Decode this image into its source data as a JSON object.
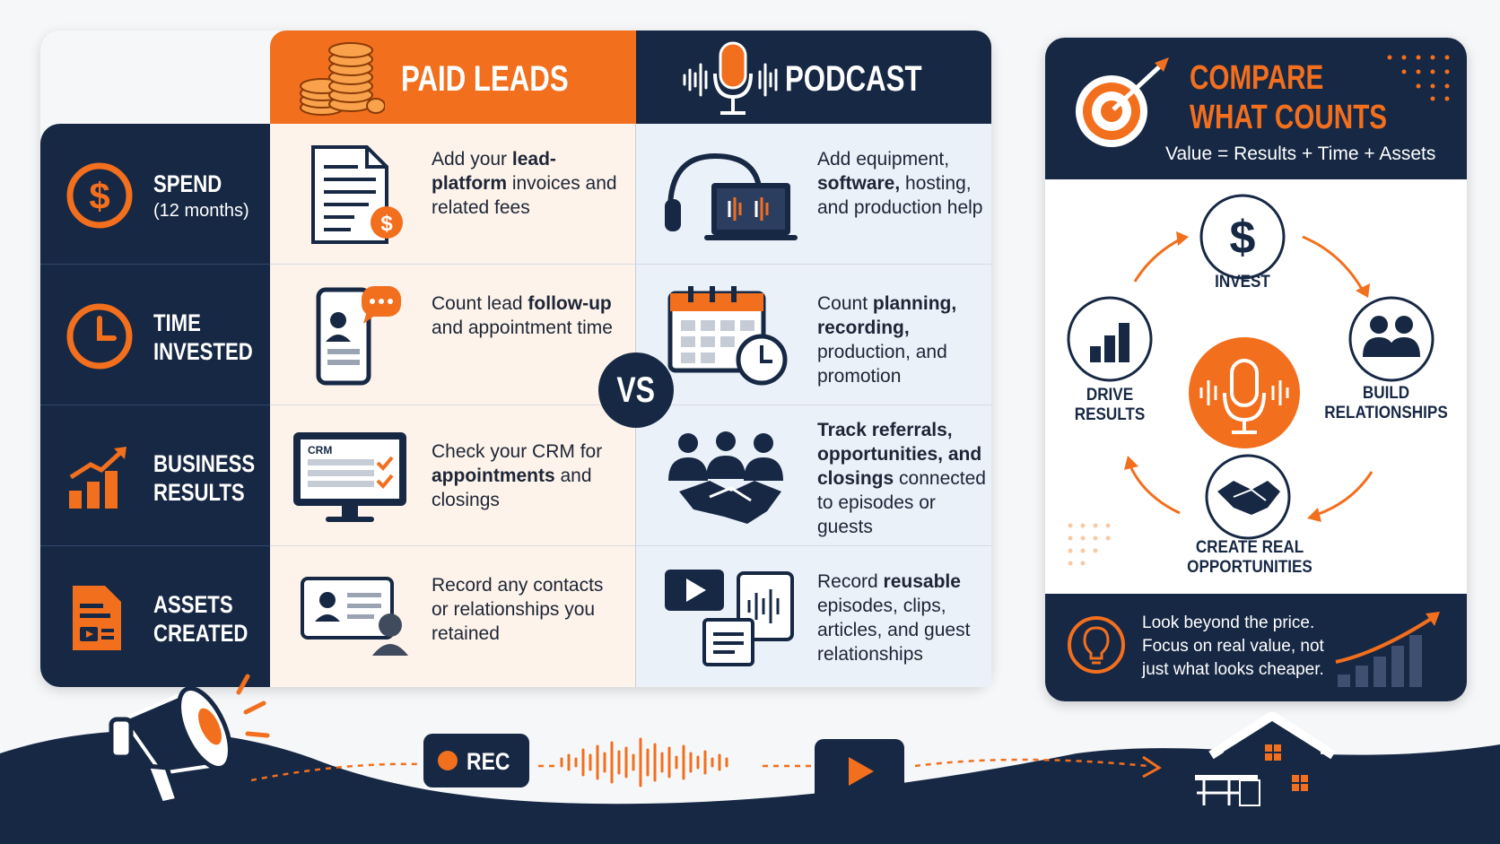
{
  "rows": [
    {
      "label_line1": "SPEND",
      "label_line2": "(12 months)",
      "icon": "dollar-coin-icon"
    },
    {
      "label_line1": "TIME",
      "label_line2": "INVESTED",
      "icon": "clock-icon"
    },
    {
      "label_line1": "BUSINESS",
      "label_line2": "RESULTS",
      "icon": "bar-chart-arrow-icon"
    },
    {
      "label_line1": "ASSETS",
      "label_line2": "CREATED",
      "icon": "document-video-icon"
    }
  ],
  "columns": {
    "paid": {
      "title": "PAID LEADS",
      "icon": "coin-stack-icon"
    },
    "podcast": {
      "title": "PODCAST",
      "icon": "microphone-icon"
    }
  },
  "vs_label": "VS",
  "cells": {
    "paid": [
      {
        "pre": "Add your ",
        "bold": "lead-platform",
        "post": " invoices and related fees",
        "icon": "invoice-icon"
      },
      {
        "pre": "Count lead ",
        "bold": "follow-up",
        "post": " and appointment time",
        "icon": "phone-chat-icon"
      },
      {
        "pre": "Check your CRM for ",
        "bold": "appointments",
        "post": " and closings",
        "icon": "crm-monitor-icon",
        "crm_label": "CRM"
      },
      {
        "pre": "Record any contacts or relationships you retained",
        "bold": "",
        "post": "",
        "icon": "contact-card-icon"
      }
    ],
    "podcast": [
      {
        "pre": "Add equipment, ",
        "bold": "software,",
        "post": " hosting, and production help",
        "icon": "headphones-laptop-icon"
      },
      {
        "pre": "Count ",
        "bold": "planning, recording,",
        "post": " production, and promotion",
        "icon": "calendar-clock-icon"
      },
      {
        "pre": "",
        "bold": "Track referrals, opportunities, and closings",
        "post": " connected to episodes or guests",
        "icon": "handshake-people-icon"
      },
      {
        "pre": "Record ",
        "bold": "reusable",
        "post": " episodes, clips, articles, and guest relationships",
        "icon": "media-assets-icon"
      }
    ]
  },
  "panel": {
    "title_line1": "COMPARE",
    "title_line2": "WHAT COUNTS",
    "formula": "Value = Results + Time + Assets",
    "cycle": [
      {
        "label": "INVEST",
        "icon": "dollar-icon"
      },
      {
        "label": "BUILD RELATIONSHIPS",
        "icon": "people-icon"
      },
      {
        "label": "CREATE REAL OPPORTUNITIES",
        "icon": "handshake-icon"
      },
      {
        "label": "DRIVE RESULTS",
        "icon": "bar-chart-icon"
      }
    ],
    "center_icon": "podcast-microphone-icon",
    "note": "Look beyond the price. Focus on real value, not just what looks cheaper.",
    "note_icon": "lightbulb-icon"
  },
  "journey": {
    "rec_label": "REC",
    "steps": [
      "megaphone-icon",
      "rec-button",
      "audio-wave-icon",
      "play-icon",
      "house-icon"
    ]
  },
  "colors": {
    "navy": "#172844",
    "orange": "#f26f1e",
    "paid_bg": "#fdf3ea",
    "podcast_bg": "#ebf1f9"
  }
}
